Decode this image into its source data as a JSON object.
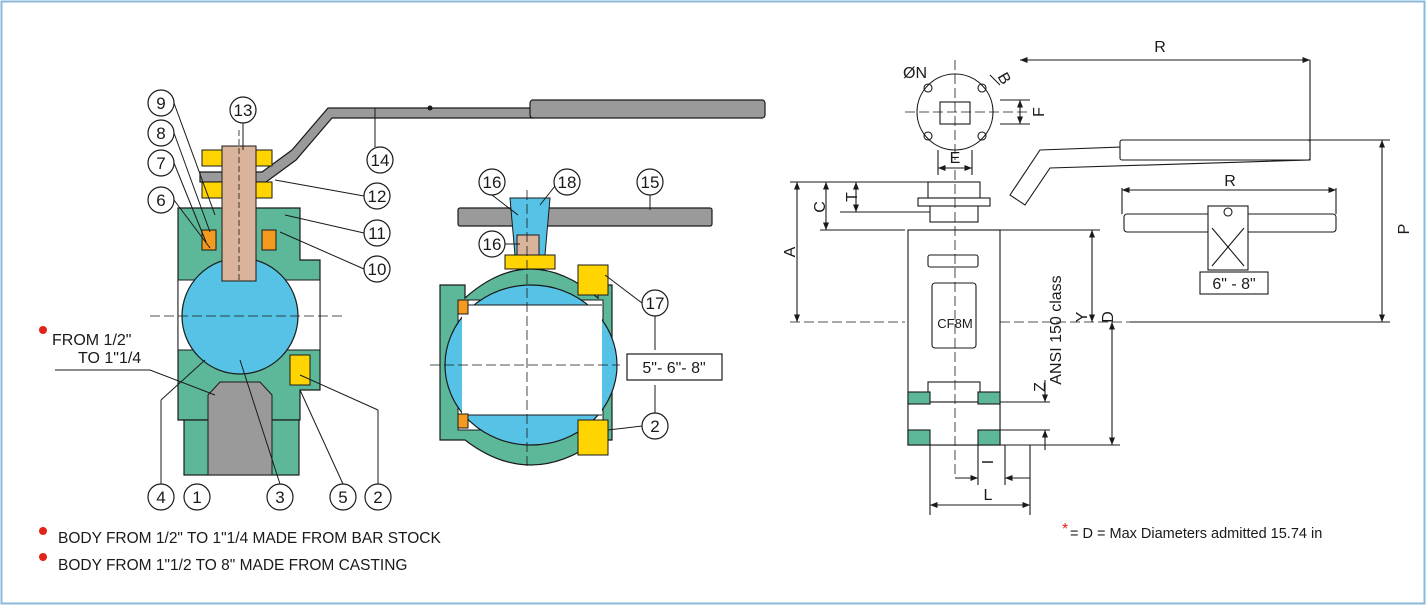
{
  "part_numbers": {
    "p1": "1",
    "p2": "2",
    "p3": "3",
    "p4": "4",
    "p5": "5",
    "p6": "6",
    "p7": "7",
    "p8": "8",
    "p9": "9",
    "p10": "10",
    "p11": "11",
    "p12": "12",
    "p13": "13",
    "p14": "14",
    "p15": "15",
    "p16": "16",
    "p17": "17",
    "p18": "18"
  },
  "labels": {
    "from_size_line1": "FROM 1/2\"",
    "from_size_line2": "TO 1\"1/4",
    "sizes_large": "5\"- 6\"- 8\"",
    "sizes_6_8": "6\" - 8\"",
    "body_marking": "CF8M"
  },
  "dimensions": {
    "R": "R",
    "R_top": "R",
    "ON": "ØN",
    "B": "B",
    "F": "F",
    "E": "E",
    "T": "T",
    "C": "C",
    "A": "A",
    "P": "P",
    "Y": "Y",
    "D": "D",
    "Z": "Z",
    "I": "I",
    "L": "L",
    "ansi": "ANSI 150 class"
  },
  "notes": {
    "bar_stock": "BODY FROM 1/2\" TO 1\"1/4 MADE FROM BAR STOCK",
    "casting": "BODY FROM 1\"1/2 TO 8\" MADE FROM CASTING",
    "star": "*",
    "max_diam": " = D = Max Diameters admitted 15.74 in"
  },
  "colors": {
    "frame": "#8ab8d8",
    "body_green": "#5db89a",
    "ball_blue": "#56c3e6",
    "handle_grey": "#9a9a9a",
    "stem_tan": "#d9b49a",
    "seal_yellow": "#ffd400",
    "gasket_orange": "#f39a1f",
    "bullet_red": "#e2231a",
    "outline": "#1a1a1a"
  }
}
